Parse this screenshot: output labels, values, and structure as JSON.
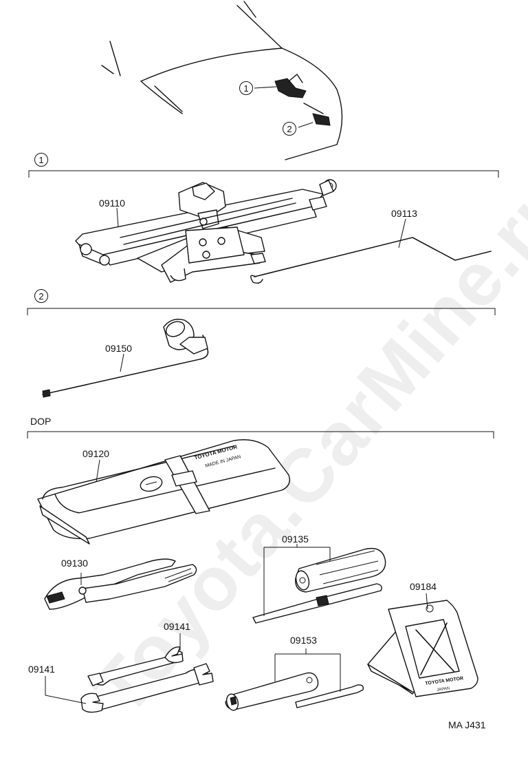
{
  "sections": {
    "s1": "1",
    "s2": "2",
    "dop": "DOP"
  },
  "callouts": {
    "c1": "1",
    "c2": "2"
  },
  "parts": {
    "p09110": "09110",
    "p09113": "09113",
    "p09150": "09150",
    "p09120": "09120",
    "p09135": "09135",
    "p09130": "09130",
    "p09184": "09184",
    "p09141a": "09141",
    "p09141b": "09141",
    "p09153": "09153"
  },
  "toolbag_print": {
    "line1": "TOYOTA MOTOR",
    "line2": "MADE IN JAPAN"
  },
  "triangle_print": {
    "line1": "TOYOTA MOTOR",
    "line2": "JAPAN"
  },
  "figure_code": "MA J431",
  "watermark": "Toyota.CarMine.ru"
}
